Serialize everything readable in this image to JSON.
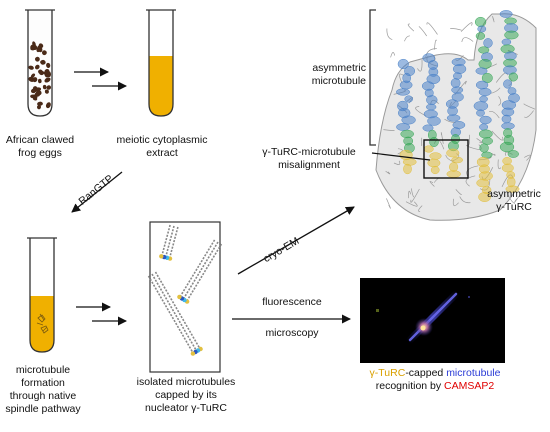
{
  "labels": {
    "frog_eggs": [
      "African clawed",
      "frog eggs"
    ],
    "extract": [
      "meiotic cytoplasmic",
      "extract"
    ],
    "ran": "RanGTP",
    "formation": [
      "microtubule",
      "formation",
      "through native",
      "spindle pathway"
    ],
    "isolated": [
      "isolated microtubules",
      "capped by its",
      "nucleator γ-TuRC"
    ],
    "cryo": "cryo-EM",
    "fluor": [
      "fluorescence",
      "microscopy"
    ],
    "asym_mt": [
      "asymmetric",
      "microtubule"
    ],
    "misalign": [
      "γ-TuRC-microtubule",
      "misalignment"
    ],
    "asym_turc": [
      "asymmetric",
      "γ-TuRC"
    ],
    "recog": {
      "part1": "γ-TuRC",
      "part2": "-capped ",
      "part3": "microtubule",
      "part4": "recognition by ",
      "part5": "CAMSAP2"
    }
  },
  "colors": {
    "medium": "#f0b000",
    "egg": "#4a2a18",
    "tube_border": "#333333",
    "highlight_yellow": "#d9a000",
    "highlight_blue": "#2a3bd6",
    "highlight_red": "#e00000",
    "protein_blue": "#4a82c8",
    "protein_green": "#3aa85a",
    "protein_yellow": "#e2c040"
  }
}
